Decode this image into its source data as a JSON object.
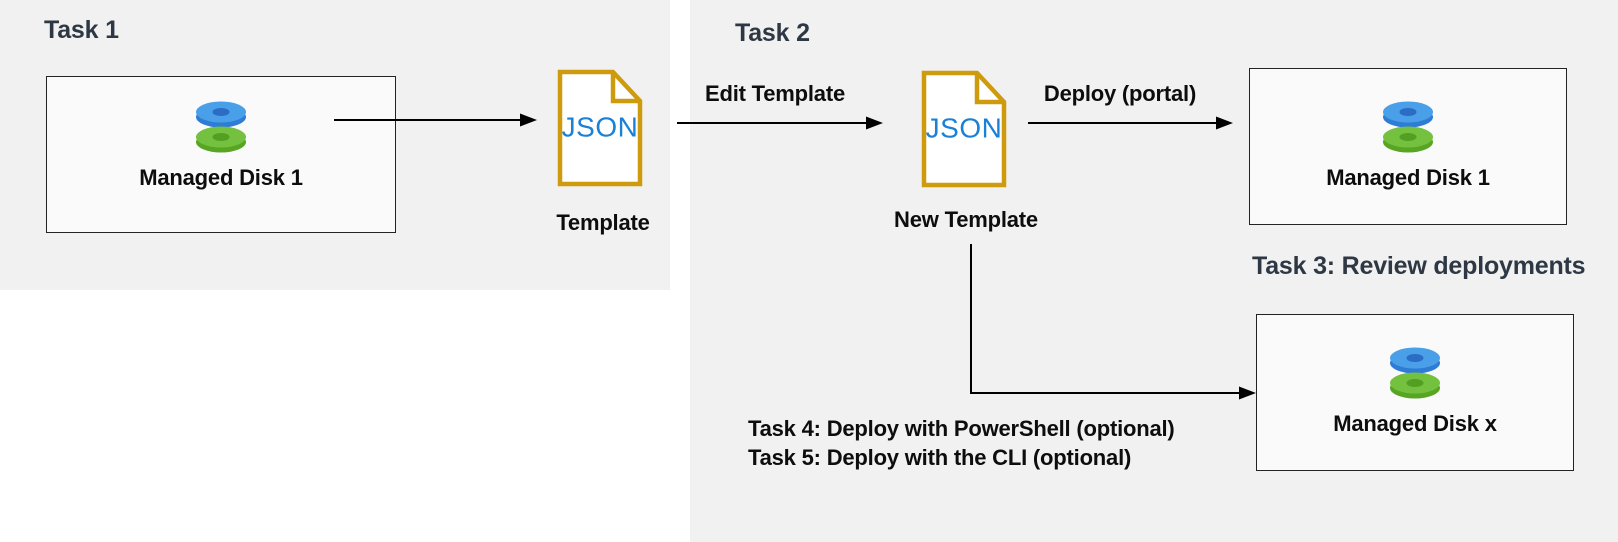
{
  "colors": {
    "panel": "#f1f1f1",
    "heading": "#2d3844",
    "label": "#0d0d0d",
    "box_bg": "#fafafa",
    "box_border": "#232323",
    "json_gold": "#cf9b0e",
    "json_blue": "#1b80d6",
    "arrow": "#000000",
    "disk_blue_top": "#4aa0e8",
    "disk_blue_side": "#2e7cd6",
    "disk_blue_hole": "#2b6cc4",
    "disk_green_top": "#73c13e",
    "disk_green_side": "#57a522",
    "disk_green_hole": "#539f24"
  },
  "icons": {
    "managed_disk": "stacked-disks-icon",
    "template_file": "json-file-icon"
  },
  "task1": {
    "heading": "Task 1",
    "disk_box_label": "Managed Disk 1",
    "file_text": "JSON",
    "file_label": "Template"
  },
  "task2": {
    "heading": "Task 2",
    "edit_arrow_label": "Edit Template",
    "file_text": "JSON",
    "file_label": "New Template",
    "deploy_arrow_label": "Deploy (portal)",
    "disk_box_label": "Managed Disk 1"
  },
  "task3": {
    "heading": "Task 3: Review deployments",
    "disk_box_label": "Managed Disk x"
  },
  "task45": {
    "line1": "Task 4: Deploy with PowerShell (optional)",
    "line2": "Task 5: Deploy with the CLI (optional)"
  }
}
